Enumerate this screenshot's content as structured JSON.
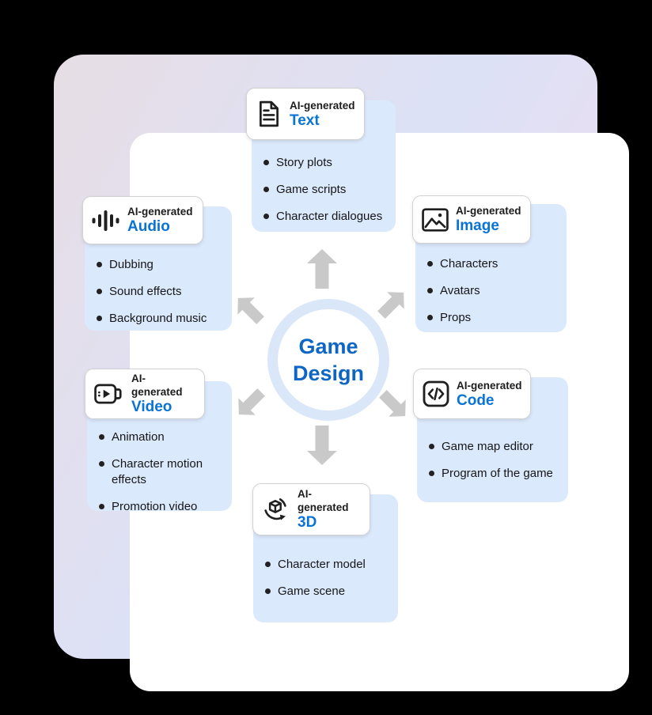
{
  "diagram": {
    "center": {
      "title_line1": "Game",
      "title_line2": "Design"
    },
    "categories": [
      {
        "id": "text",
        "position": "top",
        "prefix": "AI-generated",
        "name": "Text",
        "icon": "document-icon",
        "items": [
          "Story plots",
          "Game scripts",
          "Character dialogues"
        ]
      },
      {
        "id": "audio",
        "position": "upper-left",
        "prefix": "AI-generated",
        "name": "Audio",
        "icon": "waveform-icon",
        "items": [
          "Dubbing",
          "Sound effects",
          "Background music"
        ]
      },
      {
        "id": "image",
        "position": "upper-right",
        "prefix": "AI-generated",
        "name": "Image",
        "icon": "picture-icon",
        "items": [
          "Characters",
          "Avatars",
          "Props"
        ]
      },
      {
        "id": "video",
        "position": "lower-left",
        "prefix": "AI-generated",
        "name": "Video",
        "icon": "video-camera-icon",
        "items": [
          "Animation",
          "Character motion effects",
          "Promotion video"
        ]
      },
      {
        "id": "code",
        "position": "lower-right",
        "prefix": "AI-generated",
        "name": "Code",
        "icon": "code-brackets-icon",
        "items": [
          "Game map editor",
          "Program of the game"
        ]
      },
      {
        "id": "3d",
        "position": "bottom",
        "prefix": "AI-generated",
        "name": "3D",
        "icon": "cube-rotate-icon",
        "items": [
          "Character model",
          "Game scene"
        ]
      }
    ],
    "colors": {
      "canvas_background": "#000000",
      "frame_gradient": [
        "#e7dee4",
        "#dce1f6",
        "#f3dfeb"
      ],
      "panel_background": "#ffffff",
      "card_body_background": "#dbe9fc",
      "category_accent": "#0a73d6",
      "center_text": "#0e66c4",
      "circle_ring": "#d9e7f8",
      "arrow": "#c9c9c9",
      "body_text": "#161616"
    }
  }
}
